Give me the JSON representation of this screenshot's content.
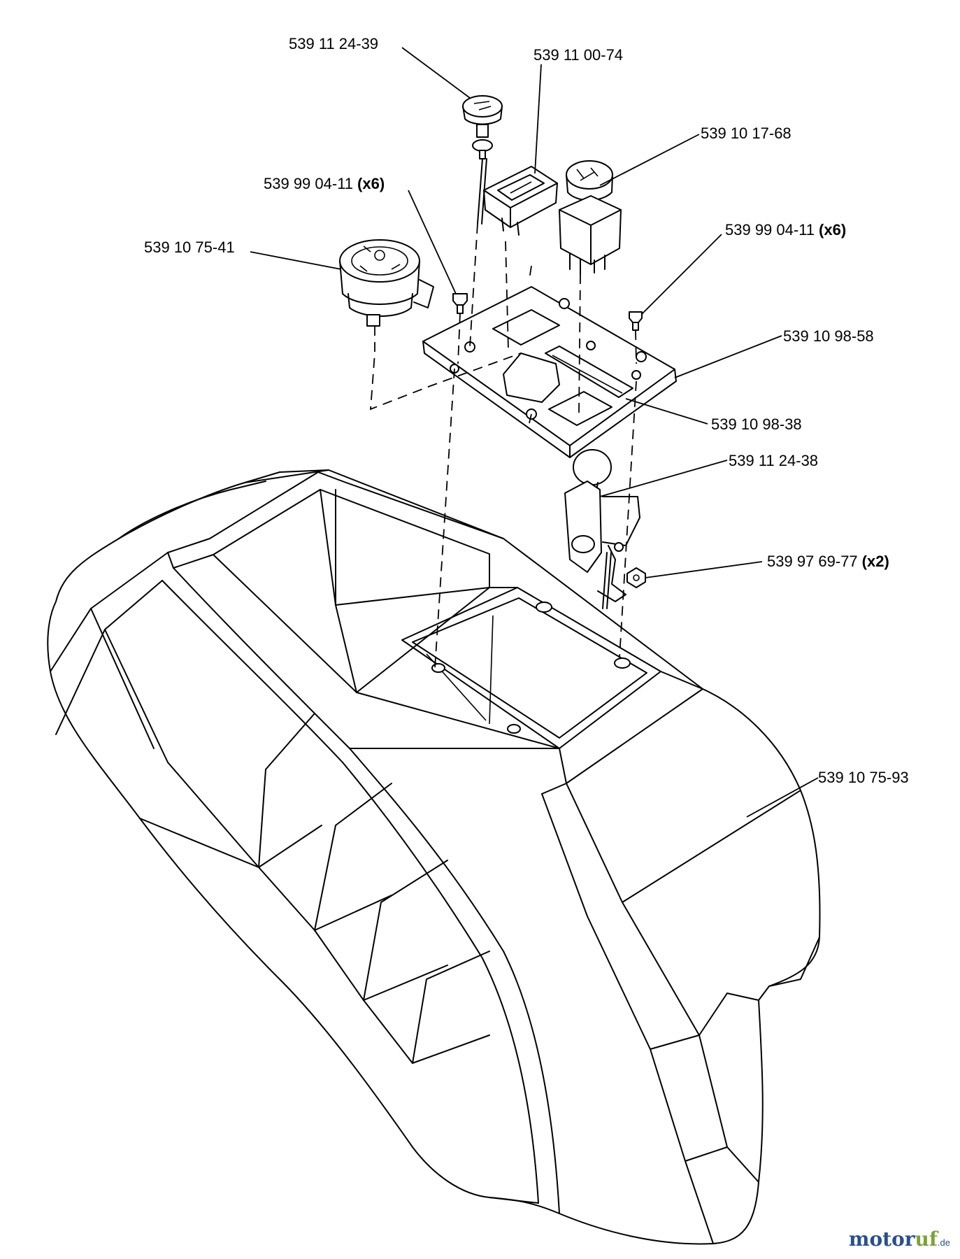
{
  "parts": [
    {
      "id": "knob",
      "number": "539 11 24-39",
      "qty": ""
    },
    {
      "id": "rocker-switch",
      "number": "539 11 00-74",
      "qty": ""
    },
    {
      "id": "pto-switch",
      "number": "539 10 17-68",
      "qty": ""
    },
    {
      "id": "screw-left",
      "number": "539 99 04-11",
      "qty": "(x6)"
    },
    {
      "id": "screw-right",
      "number": "539 99 04-11",
      "qty": "(x6)"
    },
    {
      "id": "ignition-switch",
      "number": "539 10 75-41",
      "qty": ""
    },
    {
      "id": "dash-plate",
      "number": "539 10 98-58",
      "qty": ""
    },
    {
      "id": "plate-insert",
      "number": "539 10 98-38",
      "qty": ""
    },
    {
      "id": "throttle-lever",
      "number": "539 11 24-38",
      "qty": ""
    },
    {
      "id": "nut",
      "number": "539 97 69-77",
      "qty": "(x2)"
    },
    {
      "id": "hood-console",
      "number": "539 10 75-93",
      "qty": ""
    }
  ],
  "brand": {
    "main": "motor",
    "accent": "uf",
    "suffix": ".de",
    "main_color": "#2b4f8c",
    "accent_color": "#7aa23a"
  }
}
